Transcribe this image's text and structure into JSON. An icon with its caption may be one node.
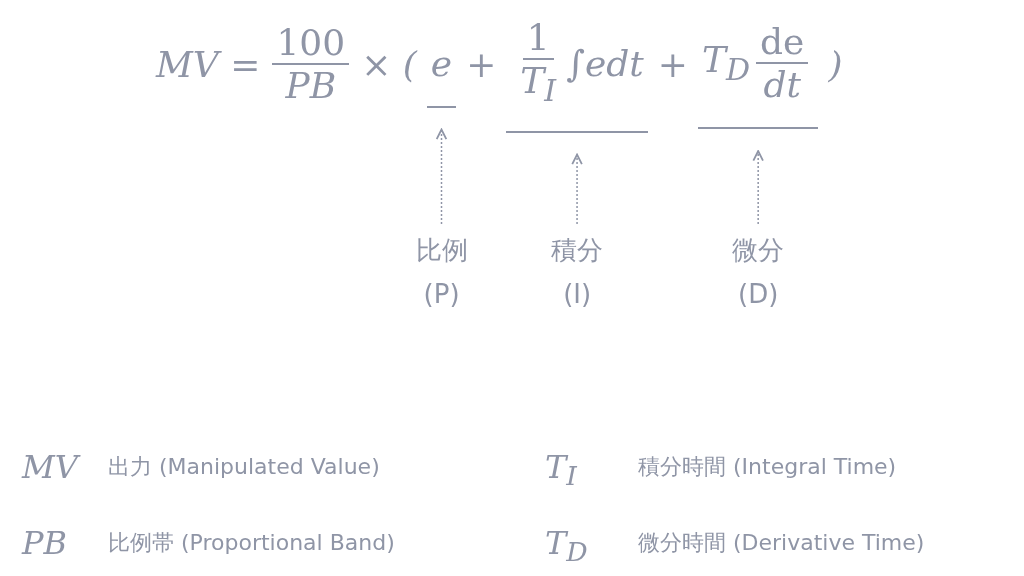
{
  "diagram": {
    "nodes": [
      {
        "text": [
          "e"
        ]
      },
      {
        "text": [
          "1",
          "T$_{I}$",
          "∫edt"
        ]
      },
      {
        "text": [
          "T$_{D}$",
          "de",
          "dt"
        ]
      },
      {
        "text": [
          "比例 (P)"
        ]
      },
      {
        "text": [
          "積分 (I)"
        ]
      },
      {
        "text": [
          "微分 (D)"
        ]
      }
    ],
    "edges": [
      {
        "from": 3,
        "to": 0,
        "arrow": "to",
        "style": "dashed"
      },
      {
        "from": 4,
        "to": 1,
        "arrow": "to",
        "style": "dashed"
      },
      {
        "from": 5,
        "to": 2,
        "arrow": "to",
        "style": "dashed"
      }
    ],
    "labels": [
      "MV =",
      "100",
      "PB",
      "× (",
      "+",
      "+",
      ")",
      "MV",
      "出力 (Manipulated Value)",
      "T$_{I}$",
      "積分時間 (Integral Time)",
      "PB",
      "比例帯 (Proportional Band)",
      "T$_{D}$",
      "微分時間 (Derivative Time)"
    ]
  }
}
